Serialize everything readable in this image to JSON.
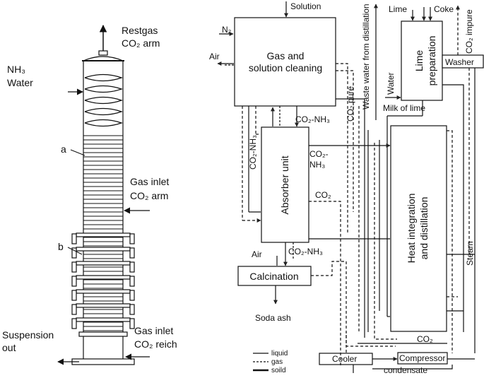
{
  "column": {
    "top_gas_label_1": "Restgas",
    "top_gas_label_2": "CO₂ arm",
    "feed_label_1": "NH₃",
    "feed_label_2": "Water",
    "marker_a": "a",
    "gas_inlet_lean_1": "Gas inlet",
    "gas_inlet_lean_2": "CO₂ arm",
    "marker_b": "b",
    "gas_inlet_rich_1": "Gas inlet",
    "gas_inlet_rich_2": "CO₂ reich",
    "suspension_1": "Suspension",
    "suspension_2": "out"
  },
  "flowsheet": {
    "solution": "Solution",
    "n2": "N₂",
    "air_top": "Air",
    "gas_cleaning_1": "Gas and",
    "gas_cleaning_2": "solution cleaning",
    "co2_pure": "CO₂ pure",
    "waste_water": "Waste water from distillation",
    "lime": "Lime",
    "coke": "Coke",
    "co2_impure": "CO₂ impure",
    "lime_prep_1": "Lime",
    "lime_prep_2": "preparation",
    "water": "Water",
    "washer": "Washer",
    "milk_of_lime": "Milk of lime",
    "co2_nh3_top": "CO₂-NH₃",
    "co2_nh3_left": "CO₂-NH₃",
    "co2_nh3_right_1": "CO₂-",
    "co2_nh3_right_2": "NH₃",
    "absorber": "Absorber unit",
    "co2_mid": "CO₂",
    "heat_1": "Heat integration",
    "heat_2": "and distillation",
    "steam": "Steam",
    "air_bottom": "Air",
    "co2_nh3_bottom": "CO₂-NH₃",
    "calcination": "Calcination",
    "soda_ash": "Soda ash",
    "co2_bottom": "CO₂",
    "cooler": "Cooler",
    "compressor": "Compressor",
    "condensate": "condensate",
    "legend_liquid": "liquid",
    "legend_gas": "gas",
    "legend_solid": "soild"
  }
}
